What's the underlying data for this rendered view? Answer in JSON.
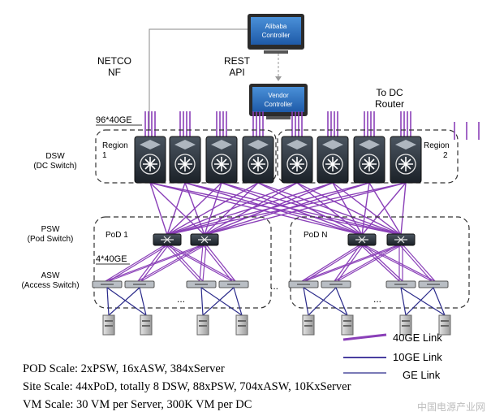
{
  "controllers": {
    "alibaba": "Alibaba Controller",
    "vendor": "Vendor Controller"
  },
  "labels": {
    "netco": "NETCO",
    "nf": "NF",
    "rest": "REST",
    "api": "API",
    "to_dc": "To DC",
    "router": "Router",
    "link_96": "96*40GE",
    "link_4": "4*40GE",
    "region1_a": "Region",
    "region1_b": "1",
    "region2_a": "Region",
    "region2_b": "2",
    "pod1": "PoD 1",
    "podn": "PoD N",
    "dots": "..."
  },
  "layers": {
    "dsw_a": "DSW",
    "dsw_b": "(DC Switch)",
    "psw_a": "PSW",
    "psw_b": "(Pod Switch)",
    "asw_a": "ASW",
    "asw_b": "(Access Switch)"
  },
  "legend": {
    "l40": "40GE Link",
    "l10": "10GE Link",
    "lge": "GE Link"
  },
  "scale": {
    "pod": "POD Scale: 2xPSW, 16xASW, 384xServer",
    "site": "Site Scale: 44xPoD, totally 8 DSW, 88xPSW, 704xASW, 10KxServer",
    "vm": "VM Scale: 30 VM per Server, 300K VM per DC"
  },
  "watermark": "中国电源产业网",
  "colors": {
    "link40": "#8a3fb8",
    "link10": "#4a3fa0",
    "ge": "#2a2a8a"
  }
}
